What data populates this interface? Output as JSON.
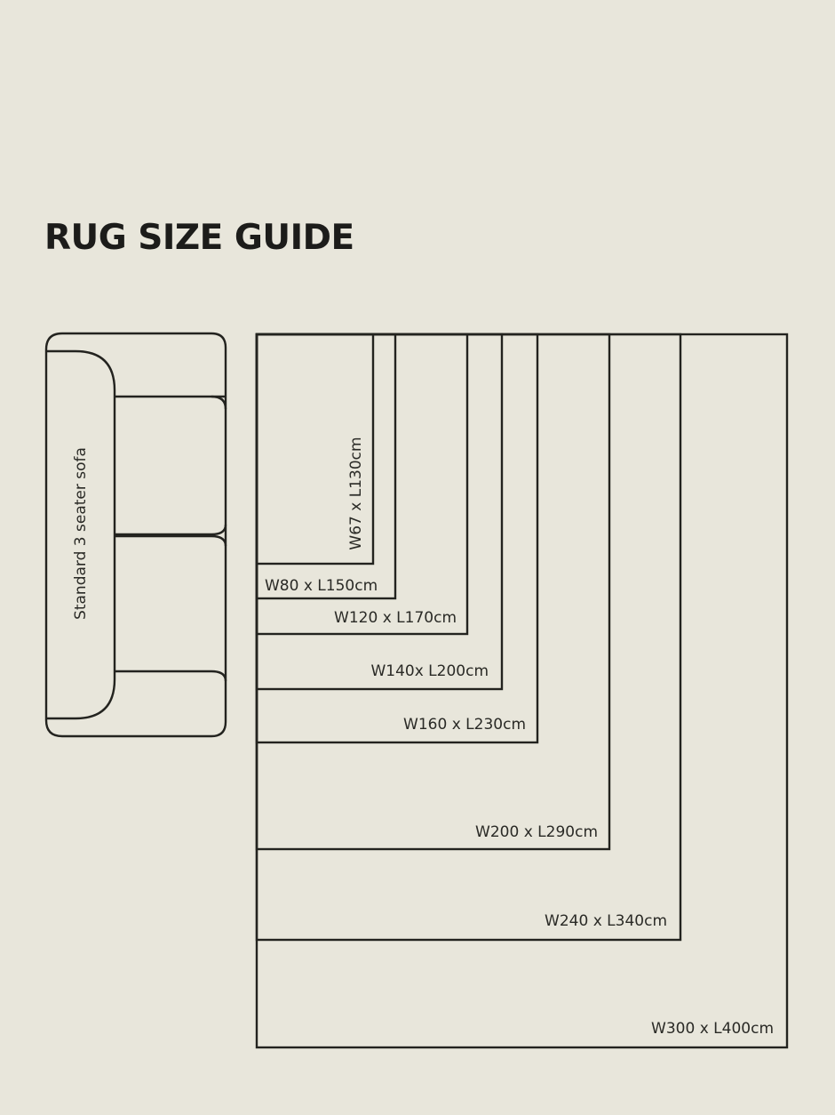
{
  "title": "RUG SIZE GUIDE",
  "sofa": {
    "label": "Standard 3 seater sofa"
  },
  "rugs": [
    {
      "label": "W67 x L130cm",
      "width_cm": 67,
      "length_cm": 130
    },
    {
      "label": "W80 x L150cm",
      "width_cm": 80,
      "length_cm": 150
    },
    {
      "label": "W120 x L170cm",
      "width_cm": 120,
      "length_cm": 170
    },
    {
      "label": "W140x L200cm",
      "width_cm": 140,
      "length_cm": 200
    },
    {
      "label": "W160 x L230cm",
      "width_cm": 160,
      "length_cm": 230
    },
    {
      "label": "W200 x L290cm",
      "width_cm": 200,
      "length_cm": 290
    },
    {
      "label": "W240 x L340cm",
      "width_cm": 240,
      "length_cm": 340
    },
    {
      "label": "W300 x L400cm",
      "width_cm": 300,
      "length_cm": 400
    }
  ],
  "colors": {
    "background": "#e8e6db",
    "line": "#23231f"
  }
}
